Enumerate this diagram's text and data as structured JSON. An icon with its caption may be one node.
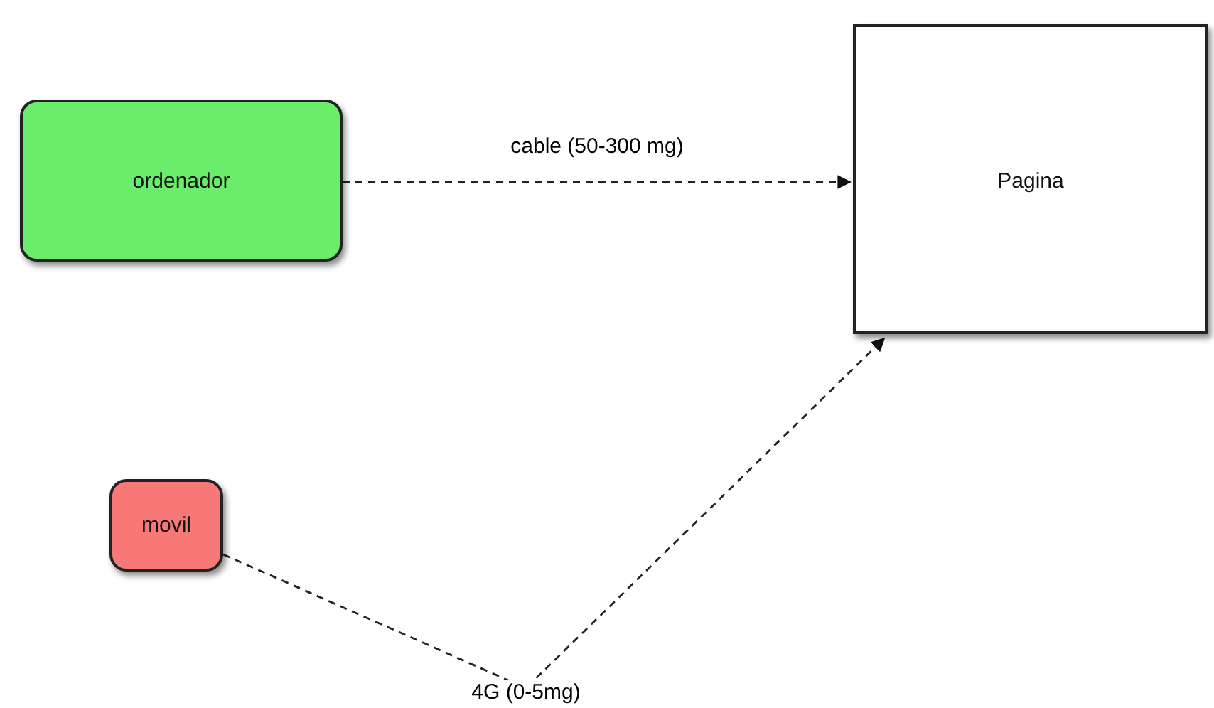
{
  "diagram": {
    "nodes": [
      {
        "text": [
          "ordenador"
        ]
      },
      {
        "text": [
          "Pagina"
        ]
      },
      {
        "text": [
          "movil"
        ]
      }
    ],
    "edges": [
      {
        "from": 0,
        "to": 1,
        "arrow": "to",
        "label": "cable (50-300 mg)",
        "style": "dashed"
      },
      {
        "from": 2,
        "to": 1,
        "arrow": "to",
        "label": "4G (0-5mg)",
        "style": "dashed"
      }
    ]
  }
}
